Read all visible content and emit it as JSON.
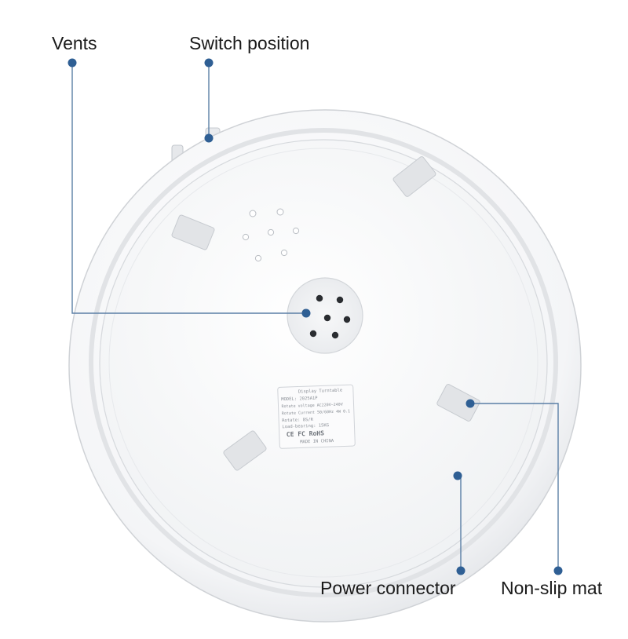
{
  "callouts": {
    "vents": "Vents",
    "switch_position": "Switch position",
    "power_connector": "Power connector",
    "non_slip_mat": "Non-slip mat"
  },
  "nameplate": {
    "title": "Display Turntable",
    "model": "MODEL: 2025A1P",
    "voltage": "Rotate voltage AC220V~240V",
    "current": "Rotate Current 50/60Hz  4W 0.1",
    "rotate": "Rotate: 8S/R",
    "load": "Load-bearing: 15KG",
    "marks": "CE FC RoHS",
    "origin": "MADE IN CHINA"
  },
  "colors": {
    "leader_line": "#5b7fa6",
    "dot": "#2f5f94",
    "body": "#f3f4f6",
    "shadow": "#c9ccd1"
  }
}
